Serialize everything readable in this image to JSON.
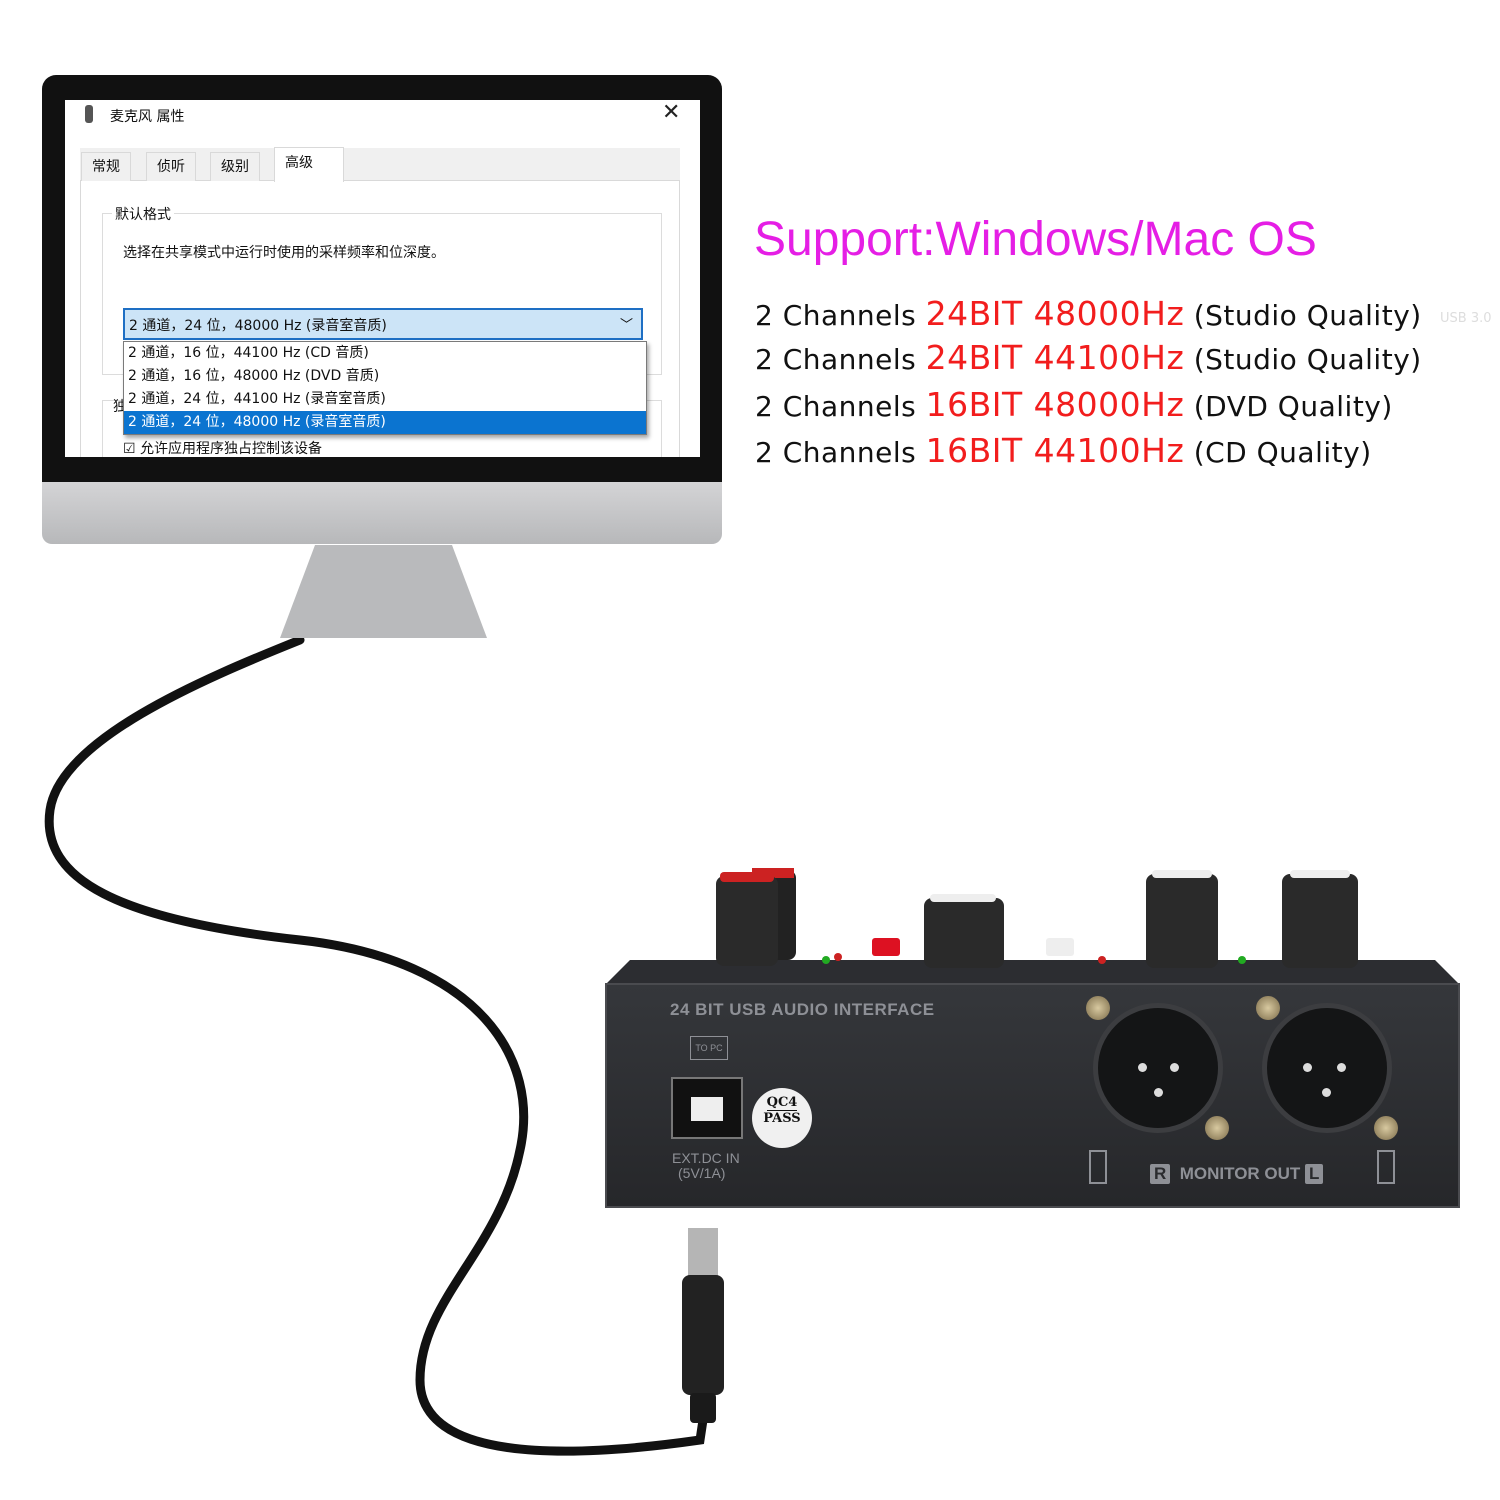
{
  "dialog": {
    "title": "麦克风 属性",
    "close_label": "✕",
    "tabs": [
      {
        "label": "常规",
        "active": false
      },
      {
        "label": "侦听",
        "active": false
      },
      {
        "label": "级别",
        "active": false
      },
      {
        "label": "高级",
        "active": true
      }
    ],
    "group_label": "默认格式",
    "description": "选择在共享模式中运行时使用的采样频率和位深度。",
    "select_value": "2 通道，24 位，48000 Hz (录音室音质)",
    "options": [
      {
        "label": "2 通道，16 位，44100 Hz (CD 音质)",
        "selected": false
      },
      {
        "label": "2 通道，16 位，48000 Hz (DVD 音质)",
        "selected": false
      },
      {
        "label": "2 通道，24 位，44100 Hz (录音室音质)",
        "selected": false
      },
      {
        "label": "2 通道，24 位，48000 Hz (录音室音质)",
        "selected": true
      }
    ],
    "group2_label_fragment": "独",
    "exclusive_checkbox_label": "允许应用程序独占控制该设备",
    "exclusive_checked": true
  },
  "headline": "Support:Windows/Mac OS",
  "specs": [
    {
      "prefix": "2 Channels",
      "highlight": "24BIT 48000Hz",
      "suffix": "(Studio Quality)"
    },
    {
      "prefix": "2 Channels",
      "highlight": "24BIT 44100Hz",
      "suffix": "(Studio Quality)"
    },
    {
      "prefix": "2 Channels",
      "highlight": "16BIT 48000Hz",
      "suffix": "(DVD Quality)"
    },
    {
      "prefix": "2 Channels",
      "highlight": "16BIT 44100Hz",
      "suffix": "(CD Quality)"
    }
  ],
  "watermark": "USB 3.0",
  "device": {
    "model_label": "24 BIT USB AUDIO INTERFACE",
    "to_pc": "TO PC",
    "dc_in_line1": "EXT.DC IN",
    "dc_in_line2": "(5V/1A)",
    "qc_top": "QC4",
    "qc_bottom": "PASS",
    "right_badge": "R",
    "monitor_out": "MONITOR OUT",
    "left_badge": "L"
  },
  "colors": {
    "headline": "#e51ee5",
    "highlight": "#f21d1d",
    "selection": "#0b74d0"
  }
}
